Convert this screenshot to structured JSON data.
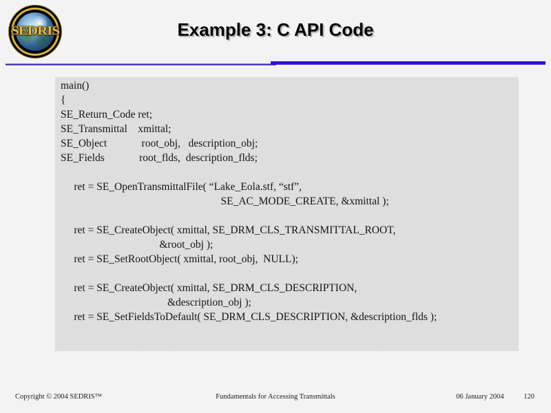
{
  "slide": {
    "title": "Example 3: C API Code",
    "logo": {
      "text": "SEDRIS"
    }
  },
  "code_block": {
    "code": "main()\n{\nSE_Return_Code ret;\nSE_Transmittal    xmittal;\nSE_Object             root_obj,   description_obj;\nSE_Fields             root_flds,  description_flds;\n\n     ret = SE_OpenTransmittalFile( “Lake_Eola.stf, “stf”,\n                                                            SE_AC_MODE_CREATE, &xmittal );\n\n     ret = SE_CreateObject( xmittal, SE_DRM_CLS_TRANSMITTAL_ROOT,\n                                     &root_obj );\n     ret = SE_SetRootObject( xmittal, root_obj,  NULL);\n\n     ret = SE_CreateObject( xmittal, SE_DRM_CLS_DESCRIPTION,\n                                        &description_obj );\n     ret = SE_SetFieldsToDefault( SE_DRM_CLS_DESCRIPTION, &description_flds );"
  },
  "footer": {
    "copyright": "Copyright © 2004 SEDRIS™",
    "center": "Fundamentals for Accessing Transmittals",
    "date": "06 January 2004",
    "page_number": "120"
  },
  "colors": {
    "rule_left_accent": "#4a3fb2",
    "rule_right_accent": "#2a1ac8",
    "logo_gold": "#d8b43c",
    "background": "#f3f3f3"
  }
}
